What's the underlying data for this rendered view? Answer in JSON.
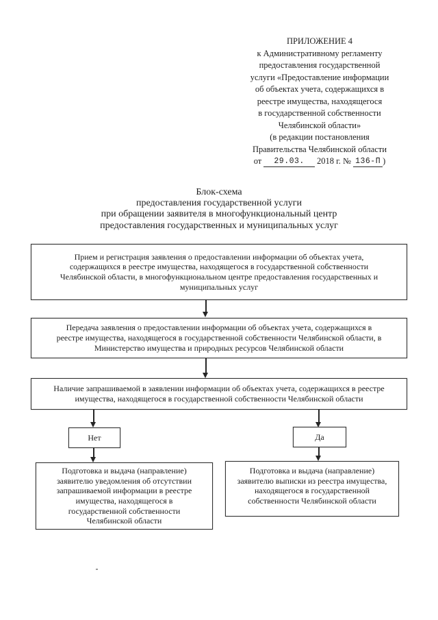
{
  "colors": {
    "ink": "#1d1d1d",
    "paper": "#ffffff",
    "line": "#262626",
    "border": "#333333"
  },
  "header": {
    "lines": [
      "ПРИЛОЖЕНИЕ 4",
      "к Административному регламенту",
      "предоставления государственной",
      "услуги «Предоставление информации",
      "об объектах учета, содержащихся в",
      "реестре имущества, находящегося",
      "в государственной собственности",
      "Челябинской области»",
      "(в редакции постановления",
      "Правительства Челябинской области"
    ],
    "date_line": {
      "prefix": "от",
      "date_value": "29.03.",
      "middle": "2018 г. №",
      "number_value": "136-П",
      "suffix": ")"
    }
  },
  "title": {
    "lines": [
      "Блок-схема",
      "предоставления государственной услуги",
      "при обращении заявителя в многофункциональный центр",
      "предоставления государственных и муниципальных услуг"
    ]
  },
  "flowchart": {
    "reception_box": {
      "lines": [
        "Прием и регистрация заявления о предоставлении информации об объектах учета,",
        "содержащихся в реестре имущества, находящегося в государственной собственности",
        "Челябинской области, в многофункциональном центре предоставления государственных и",
        "муниципальных услуг"
      ]
    },
    "transfer_box": {
      "lines": [
        "Передача заявления о предоставлении информации об объектах учета, содержащихся в",
        "реестре имущества, находящегося в государственной собственности Челябинской области, в",
        "Министерство имущества и природных ресурсов Челябинской области"
      ]
    },
    "check_box": {
      "lines": [
        "Наличие запрашиваемой в заявлении информации об объектах учета, содержащихся в реестре",
        "имущества, находящегося в государственной собственности Челябинской области"
      ]
    },
    "no_label": "Нет",
    "yes_label": "Да",
    "notice_box": {
      "lines": [
        "Подготовка и выдача (направление)",
        "заявителю уведомления об отсутствии",
        "запрашиваемой информации в реестре",
        "имущества, находящегося в",
        "государственной собственности",
        "Челябинской области"
      ]
    },
    "extract_box": {
      "lines": [
        "Подготовка и выдача (направление)",
        "заявителю выписки из реестра имущества,",
        "находящегося в государственной",
        "собственности Челябинской области"
      ]
    }
  }
}
